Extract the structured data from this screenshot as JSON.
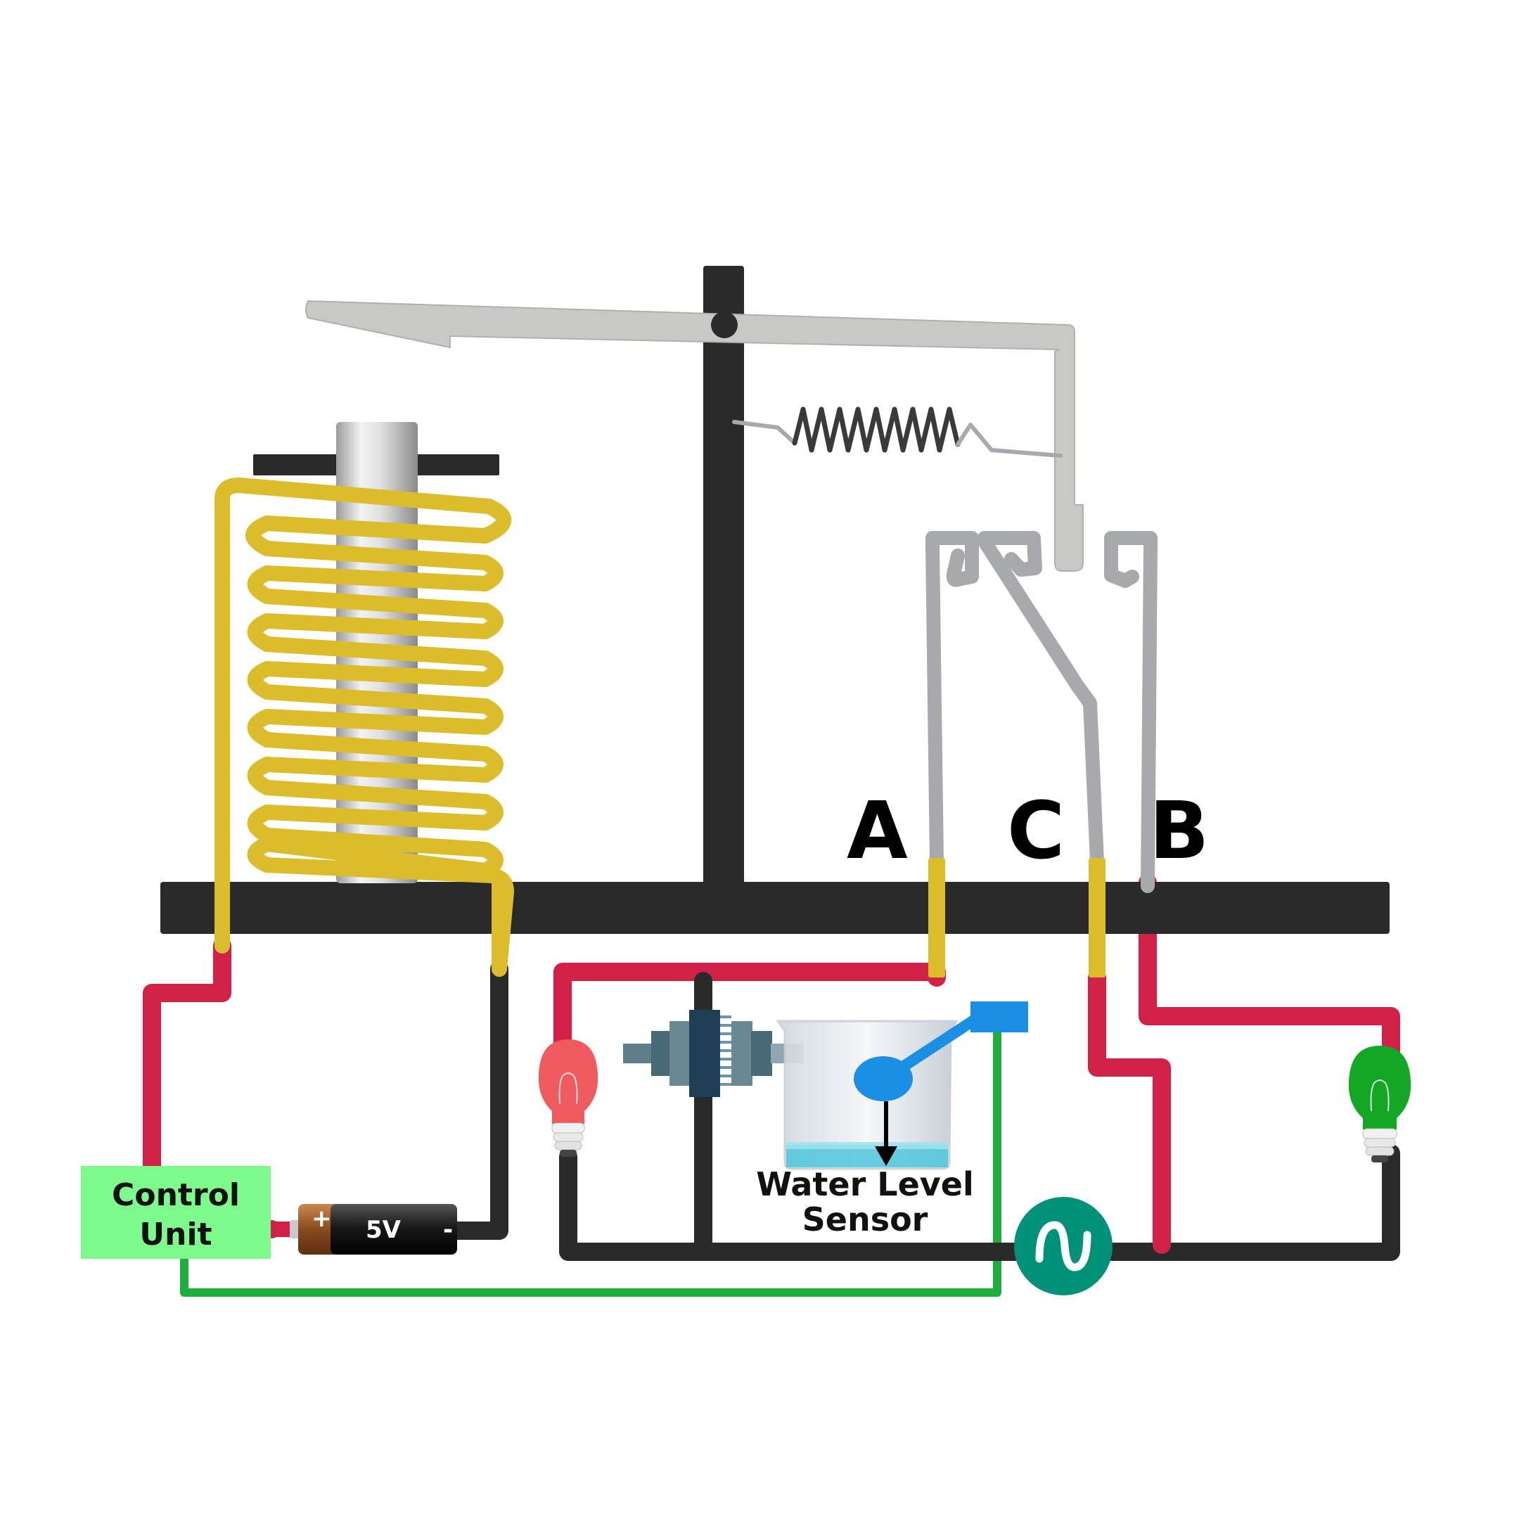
{
  "labels": {
    "terminal_a": "A",
    "terminal_b": "B",
    "terminal_c": "C",
    "control_unit_line1": "Control",
    "control_unit_line2": "Unit",
    "battery_voltage": "5V",
    "battery_plus": "+",
    "battery_minus": "-",
    "sensor_line1": "Water Level",
    "sensor_line2": "Sensor",
    "ac_source_symbol": "∿"
  },
  "colors": {
    "frame": "#2a2a2a",
    "coil": "#dbbd2c",
    "wire_positive": "#d32047",
    "wire_negative": "#2a2a2a",
    "wire_signal": "#1fae3c",
    "contact_metal": "#a7a9ac",
    "armature": "#c8c9c5",
    "control_unit": "#7dfa8c",
    "ac_source": "#00917a",
    "bulb_red": "#ee5a5e",
    "bulb_green": "#14a625",
    "water": "#4fc5dc",
    "float_arm": "#1a8fe3",
    "pump_body": "#486a78"
  },
  "icons": {
    "ac_source": "ac-source-icon",
    "battery": "battery-icon",
    "red_bulb": "lamp-icon",
    "green_bulb": "lamp-icon",
    "pump": "water-pump-icon",
    "sensor": "float-sensor-icon",
    "spring": "spring-icon"
  }
}
